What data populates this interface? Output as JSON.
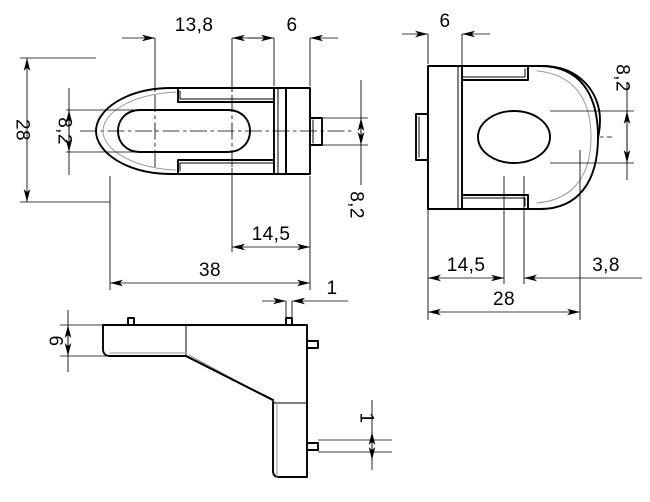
{
  "drawing": {
    "title": "Technical dimensioned drawing of a bracket / angle fitting",
    "line_color": "#000000",
    "tangent_color": "#9a9a9a",
    "background_color": "#ffffff",
    "units": "mm",
    "decimal_separator": ",",
    "views": [
      {
        "id": "view-front",
        "name": "front-view",
        "description": "Front view: D-shaped body with oblong slot and stepped flange on right"
      },
      {
        "id": "view-side",
        "name": "side-view",
        "description": "Side view: mirrored D-shaped body with oval hole and flange on left"
      },
      {
        "id": "view-bottom",
        "name": "bottom-view",
        "description": "Bottom view: L-shaped angle profile with tabs"
      }
    ],
    "dimensions": {
      "front_top_1": "13,8",
      "front_top_2": "6",
      "front_left_overall": "28",
      "front_left_slot": "8,2",
      "front_right_slot": "8,2",
      "front_bottom_1": "14,5",
      "front_bottom_2": "38",
      "side_top": "6",
      "side_right_hole": "8,2",
      "side_bottom_1": "14,5",
      "side_bottom_2": "3,8",
      "side_bottom_overall": "28",
      "bottom_left_height": "6",
      "bottom_top_thickness": "1",
      "bottom_right_thickness": "1"
    }
  }
}
